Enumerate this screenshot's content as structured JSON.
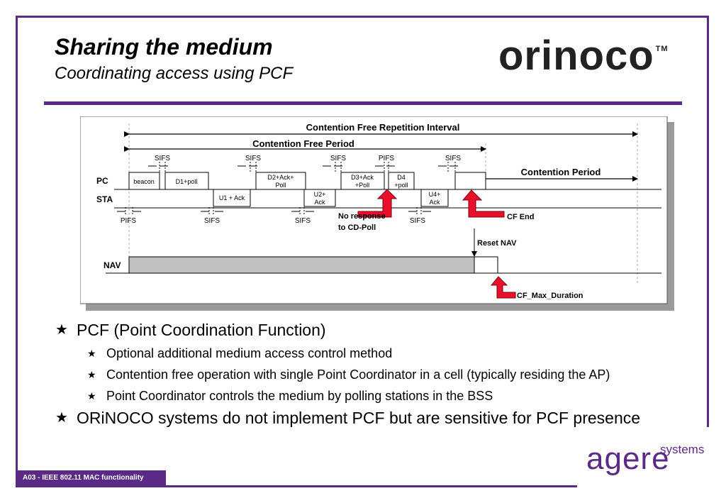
{
  "slide": {
    "title": "Sharing the medium",
    "subtitle": "Coordinating access using PCF",
    "logo": "orinoco",
    "logo_tm": "TM",
    "footer": "A03 -  IEEE 802.11 MAC functionality",
    "brand_name": "agere",
    "brand_sub": "systems",
    "accent_color": "#5b2a86"
  },
  "diagram": {
    "cfri_label": "Contention Free Repetition Interval",
    "cfp_label": "Contention Free Period",
    "cp_label": "Contention Period",
    "row_pc": "PC",
    "row_sta": "STA",
    "row_nav": "NAV",
    "sifs": "SIFS",
    "pifs": "PIFS",
    "frames": {
      "beacon": "beacon",
      "d1": "D1+poll",
      "u1": "U1 + Ack",
      "d2_1": "D2+Ack+",
      "d2_2": "Poll",
      "u2_1": "U2+",
      "u2_2": "Ack",
      "d3_1": "D3+Ack",
      "d3_2": "+Poll",
      "d4_1": "D4",
      "d4_2": "+poll",
      "u4_1": "U4+",
      "u4_2": "Ack"
    },
    "no_response_1": "No response",
    "no_response_2": "to CD-Poll",
    "cf_end": "CF End",
    "reset_nav": "Reset NAV",
    "cf_max": "CF_Max_Duration",
    "arrow_color": "#e8102a",
    "nav_fill": "#c0c0c0"
  },
  "bullets": [
    {
      "level": 1,
      "text": "PCF (Point Coordination Function)"
    },
    {
      "level": 2,
      "text": "Optional additional medium access control method"
    },
    {
      "level": 2,
      "text": "Contention free operation with single Point Coordinator in a cell (typically residing the AP)"
    },
    {
      "level": 2,
      "text": "Point Coordinator controls the medium by polling stations in the BSS"
    },
    {
      "level": 1,
      "text": "ORiNOCO systems do not implement PCF but are sensitive for PCF presence"
    }
  ]
}
